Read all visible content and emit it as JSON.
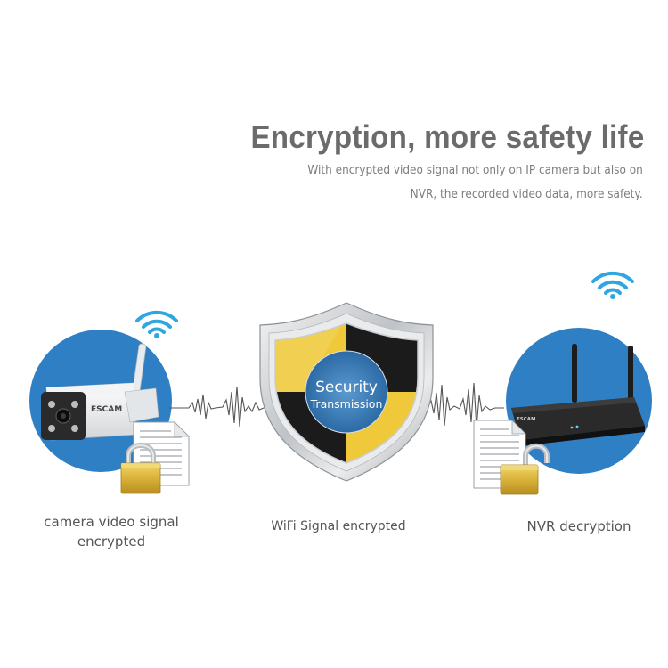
{
  "headline": {
    "title": "Encryption, more safety life",
    "line1": "With encrypted video signal not only on IP camera but also on",
    "line2": "NVR, the recorded video data, more safety."
  },
  "shield": {
    "line1": "Security",
    "line2": "Transmission"
  },
  "camera": {
    "brand": "ESCAM",
    "caption_line1": "camera video signal",
    "caption_line2": "encrypted"
  },
  "middle": {
    "caption": "WiFi Signal encrypted"
  },
  "nvr": {
    "brand": "ESCAM",
    "caption": "NVR decryption"
  },
  "colors": {
    "circle_blue": "#2f7fc4",
    "wifi_blue": "#2ea7e0",
    "shield_yellow": "#f0c93a",
    "shield_dark": "#1b1b1b",
    "lock_gold": "#d9b23a",
    "text_gray": "#6b6b6b"
  },
  "icons": {
    "left_wifi": "wifi-icon",
    "right_wifi": "wifi-icon",
    "left_lock": "padlock-locked-icon",
    "right_lock": "padlock-unlocked-icon",
    "shield": "shield-icon",
    "document": "document-icon"
  }
}
